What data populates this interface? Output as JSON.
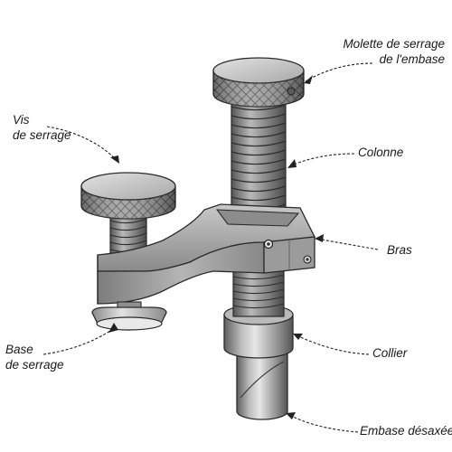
{
  "labels": {
    "molette": [
      "Molette de serrage",
      "de l'embase"
    ],
    "vis": [
      "Vis",
      "de serrage"
    ],
    "colonne": "Colonne",
    "bras": "Bras",
    "base": [
      "Base",
      "de serrage"
    ],
    "collier": "Collier",
    "embase": "Embase désaxée"
  },
  "colors": {
    "metal_light": "#d8d8d8",
    "metal_mid": "#a9a9a9",
    "metal_dark": "#6e6e6e",
    "outline": "#2b2b2b",
    "text": "#1a1a1a"
  }
}
